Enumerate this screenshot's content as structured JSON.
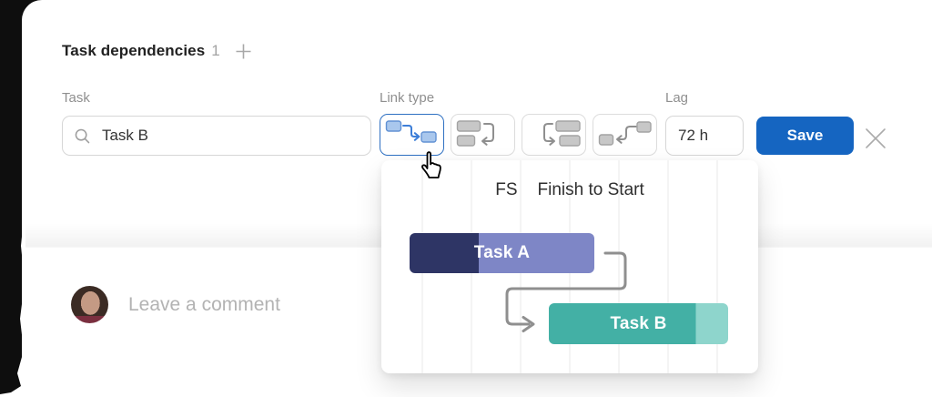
{
  "colors": {
    "accent_blue": "#1565c1",
    "selected_border": "#2e70c2",
    "task_a_dark": "#2e3565",
    "task_a_light": "#7e86c6",
    "task_b_main": "#43b0a5",
    "task_b_light": "#8ed5cc",
    "connector_gray": "#8f8f8f"
  },
  "header": {
    "title": "Task dependencies",
    "count": "1"
  },
  "form": {
    "task": {
      "label": "Task",
      "value": "Task B"
    },
    "link_type": {
      "label": "Link type"
    },
    "lag": {
      "label": "Lag",
      "value": "72 h"
    },
    "save_label": "Save"
  },
  "popover": {
    "code": "FS",
    "name": "Finish to Start",
    "bar_a_label": "Task A",
    "bar_b_label": "Task B"
  },
  "comment": {
    "placeholder": "Leave a comment"
  }
}
